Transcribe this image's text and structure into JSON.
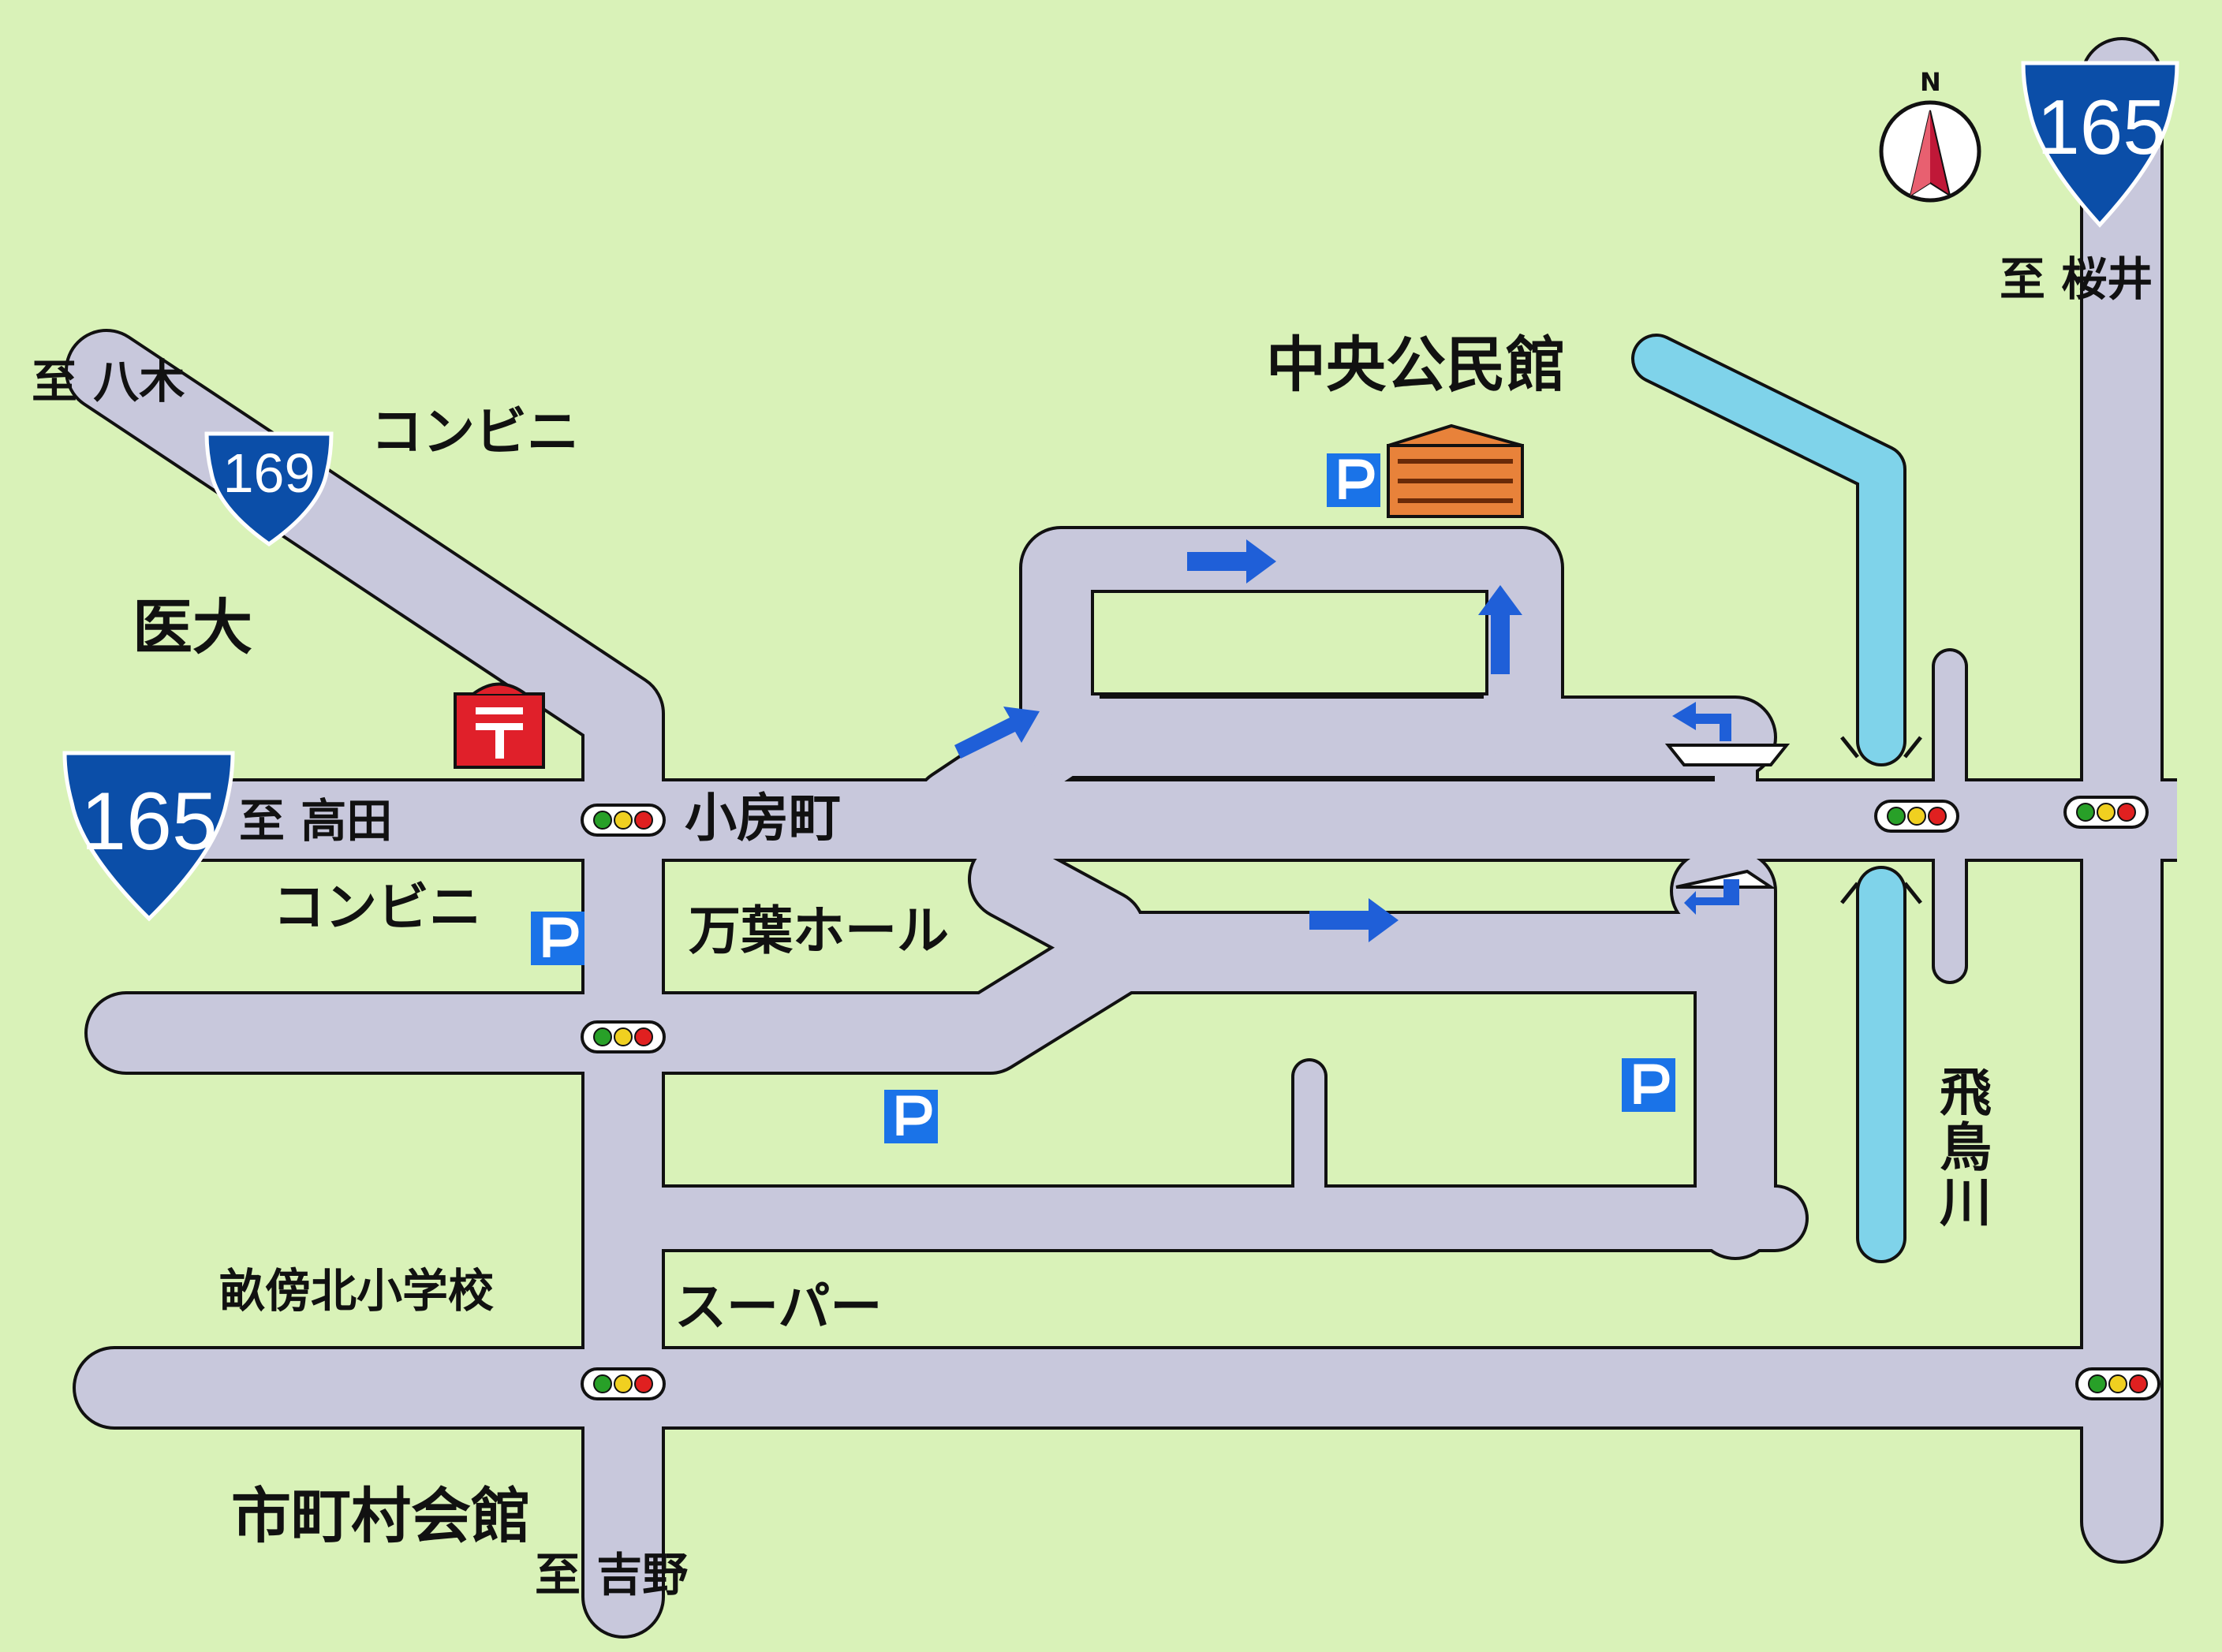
{
  "map": {
    "colors": {
      "background": "#d9f2b8",
      "road": "#c8c8dc",
      "road_edge": "#111111",
      "river": "#7fd3ea",
      "arrow": "#1f5fd8",
      "shield": "#0b4ea8",
      "parking": "#1a73e8",
      "post_office": "#e0202a",
      "building": "#e8823a"
    },
    "icons": [
      "compass-north-icon",
      "route-shield-icon",
      "traffic-light-icon",
      "parking-icon",
      "post-office-icon",
      "building-icon",
      "direction-arrow-icon"
    ],
    "compass": {
      "label": "N"
    },
    "shields": {
      "r165_west": "165",
      "r165_east": "165",
      "r169": "169"
    },
    "parking_label": "P",
    "labels": {
      "to_yagi": "至 八木",
      "convenience_north": "コンビニ",
      "idai": "医大",
      "to_takada": "至 高田",
      "kofusa": "小房町",
      "convenience_south": "コンビニ",
      "manyo_hall": "万葉ホール",
      "central_hall": "中央公民館",
      "to_sakurai": "至 桜井",
      "asuka_river": "飛鳥川",
      "school": "畝傍北小学校",
      "super": "スーパー",
      "municipal_hall": "市町村会館",
      "to_yoshino": "至 吉野"
    }
  }
}
